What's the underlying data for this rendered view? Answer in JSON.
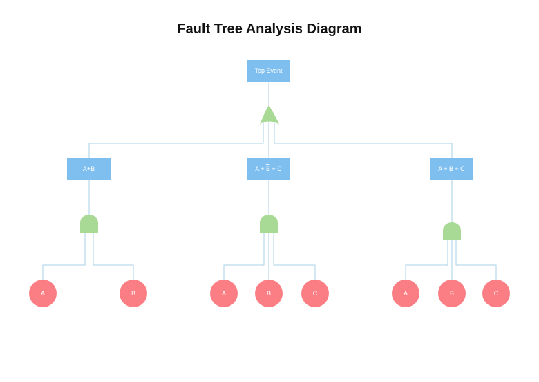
{
  "title": "Fault Tree Analysis Diagram",
  "colors": {
    "event_box": "#7fbfef",
    "gate": "#a8d995",
    "basic_event": "#fa7e83",
    "connector": "#a9d2ea"
  },
  "tree": {
    "top_event": {
      "label": "Top Event",
      "gate": "or"
    },
    "branches": [
      {
        "label": "A+B",
        "gate": "and",
        "basic_events": [
          {
            "label": "A",
            "negated": false
          },
          {
            "label": "B",
            "negated": false
          }
        ]
      },
      {
        "label": "A + B + C",
        "negated_term": "B",
        "gate": "and",
        "basic_events": [
          {
            "label": "A",
            "negated": false
          },
          {
            "label": "B",
            "negated": true
          },
          {
            "label": "C",
            "negated": false
          }
        ]
      },
      {
        "label": "A + B + C",
        "gate": "and",
        "basic_events": [
          {
            "label": "A",
            "negated": true
          },
          {
            "label": "B",
            "negated": false
          },
          {
            "label": "C",
            "negated": false
          }
        ]
      }
    ]
  }
}
